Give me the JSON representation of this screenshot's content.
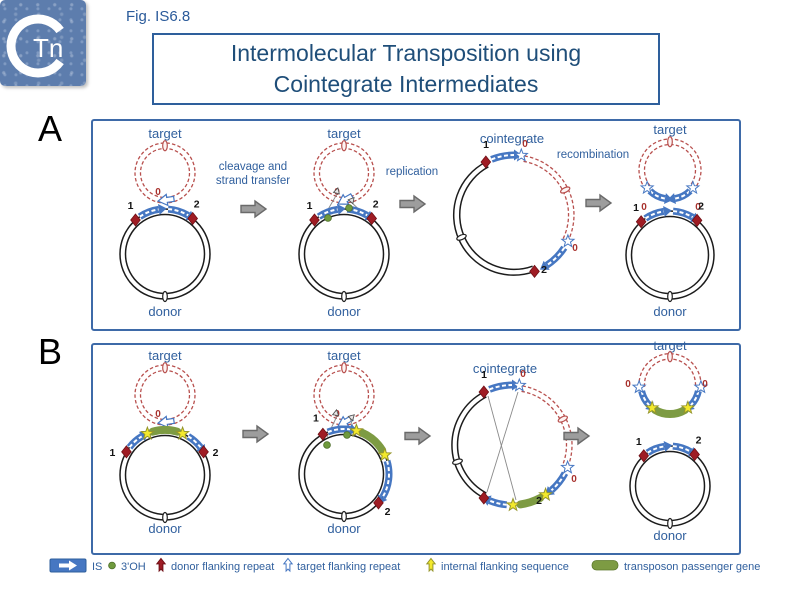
{
  "fig_label": "Fig. IS6.8",
  "logo": {
    "text": "Tn"
  },
  "title": {
    "line1": "Intermolecular Transposition using",
    "line2": "Cointegrate Intermediates"
  },
  "panels": {
    "a": {
      "letter": "A"
    },
    "b": {
      "letter": "B"
    }
  },
  "steps": {
    "cleavage_line1": "cleavage and",
    "cleavage_line2": "strand transfer",
    "replication": "replication",
    "recombination": "recombination"
  },
  "labels": {
    "target": "target",
    "donor": "donor",
    "cointegrate": "cointegrate",
    "pos1": "1",
    "pos2": "2",
    "pos0": "0"
  },
  "legend": {
    "items": [
      {
        "icon": "is-arrow",
        "label": "IS"
      },
      {
        "icon": "green-dot",
        "label": "3'OH"
      },
      {
        "icon": "red-flag",
        "label": "donor flanking repeat"
      },
      {
        "icon": "white-flag",
        "label": "target flanking repeat"
      },
      {
        "icon": "yellow-flag",
        "label": "internal flanking sequence"
      },
      {
        "icon": "green-bar",
        "label": "transposon passenger gene"
      }
    ]
  },
  "colors": {
    "accent_blue": "#31609e",
    "panel_border": "#3e6aa8",
    "is_blue": "#4677c2",
    "donor_repeat_red": "#9f1c24",
    "target_red": "#b8504e",
    "oh_green": "#6f9a3d",
    "gene_green": "#7d9b43",
    "internal_yellow": "#f3e92c",
    "step_arrow_gray": "#9d9d9d"
  }
}
